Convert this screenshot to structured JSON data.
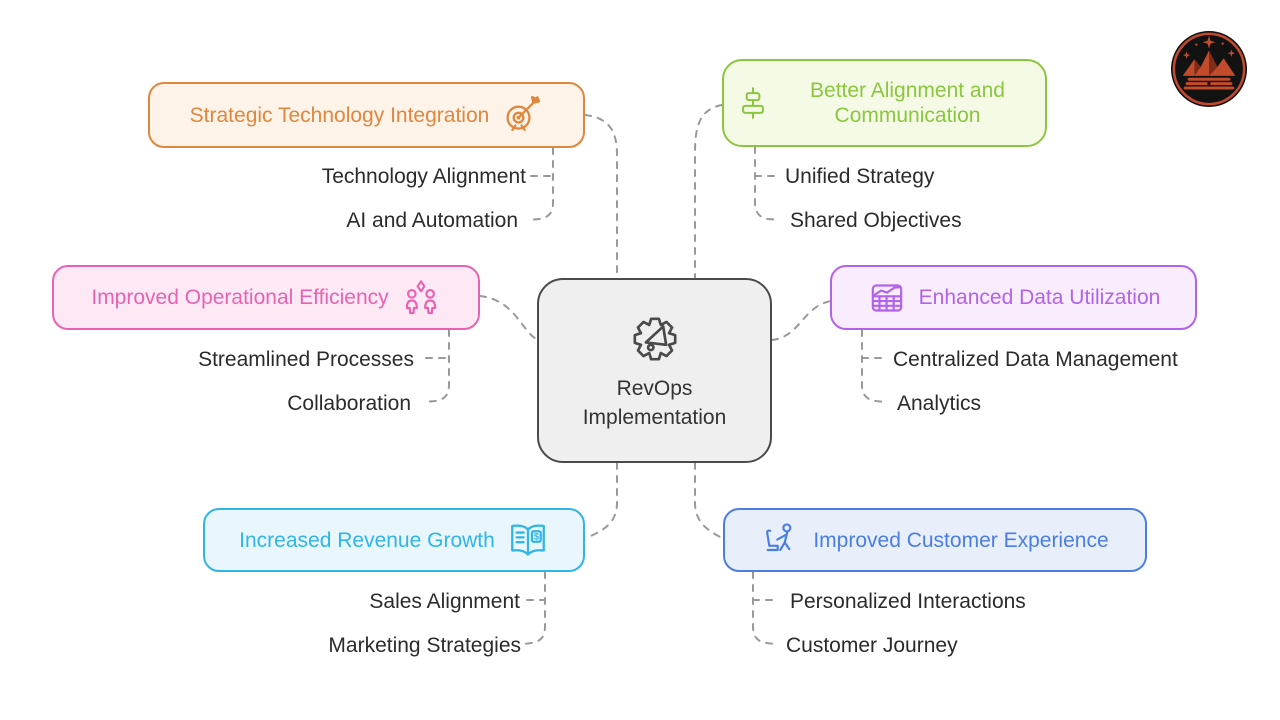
{
  "connector_color": "#999999",
  "child_text_color": "#2b2b2b",
  "center": {
    "title": "RevOps Implementation",
    "icon": "gear-megaphone-icon",
    "border_color": "#4a4a4a",
    "fill_color": "#efefef",
    "text_color": "#333333"
  },
  "branches": [
    {
      "title": "Strategic Technology Integration",
      "icon": "target-dart-icon",
      "border_color": "#e0873d",
      "fill_color": "#fdf3e8",
      "children": [
        "Technology Alignment",
        "AI and Automation"
      ]
    },
    {
      "title": "Better Alignment and Communication",
      "icon": "align-center-icon",
      "border_color": "#8cc63f",
      "fill_color": "#f4fae5",
      "children": [
        "Unified Strategy",
        "Shared Objectives"
      ]
    },
    {
      "title": "Improved Operational Efficiency",
      "icon": "team-sparkle-icon",
      "border_color": "#e763b1",
      "fill_color": "#fce9f5",
      "children": [
        "Streamlined Processes",
        "Collaboration"
      ]
    },
    {
      "title": "Enhanced Data Utilization",
      "icon": "data-table-icon",
      "border_color": "#b263e8",
      "fill_color": "#f8ecfd",
      "children": [
        "Centralized Data Management",
        "Analytics"
      ]
    },
    {
      "title": "Increased Revenue Growth",
      "icon": "revenue-book-icon",
      "border_color": "#30b5e8",
      "fill_color": "#e9f6fc",
      "children": [
        "Sales Alignment",
        "Marketing Strategies"
      ]
    },
    {
      "title": "Improved Customer Experience",
      "icon": "customer-presentation-icon",
      "border_color": "#4b7ee2",
      "fill_color": "#e8effb",
      "children": [
        "Personalized Interactions",
        "Customer Journey"
      ]
    }
  ],
  "logo": {
    "name": "crown-mountain-logo",
    "ring_color": "#bf4a2e",
    "art_color": "#c24b2c",
    "bg_color": "#121212"
  }
}
